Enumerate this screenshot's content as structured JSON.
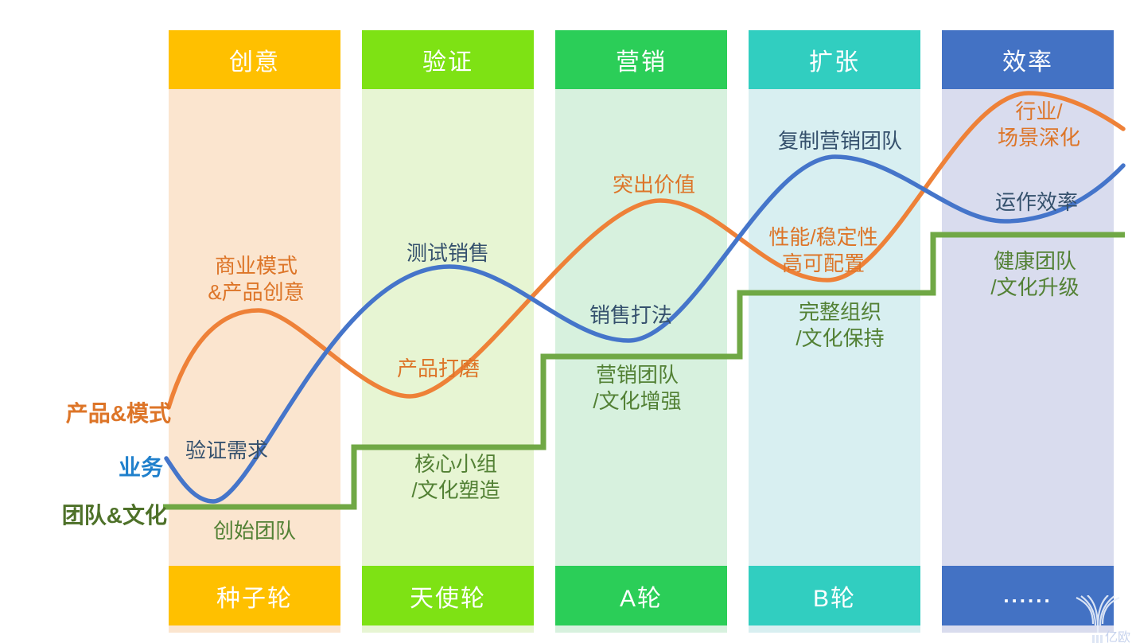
{
  "legend": {
    "product": {
      "label": "产品&模式",
      "color": "#DD7528"
    },
    "business": {
      "label": "业务",
      "color": "#2080CC"
    },
    "team": {
      "label": "团队&文化",
      "color": "#4E7129"
    }
  },
  "curves": {
    "product_color": "#EE8138",
    "business_color": "#4575CA",
    "team_color": "#70A845"
  },
  "text_colors": {
    "product": "#DD7528",
    "business": "#35516D",
    "team": "#538135"
  },
  "stages": [
    {
      "header": "创意",
      "footer": "种子轮",
      "accent": "#FFC000",
      "body": "#FBE5CF",
      "product": "商业模式\n&产品创意",
      "business": "验证需求",
      "team": "创始团队"
    },
    {
      "header": "验证",
      "footer": "天使轮",
      "accent": "#7EE214",
      "body": "#E7F5D3",
      "product": "产品打磨",
      "business": "测试销售",
      "team": "核心小组\n/文化塑造"
    },
    {
      "header": "营销",
      "footer": "A轮",
      "accent": "#2BCE58",
      "body": "#D7F1DE",
      "product": "突出价值",
      "business": "销售打法",
      "team": "营销团队\n/文化增强"
    },
    {
      "header": "扩张",
      "footer": "B轮",
      "accent": "#31CEC0",
      "body": "#D8EFF1",
      "product": "性能/稳定性\n高可配置",
      "business": "复制营销团队",
      "team": "完整组织\n/文化保持"
    },
    {
      "header": "效率",
      "footer": "......",
      "accent": "#4372C4",
      "body": "#D9DCEE",
      "product": "行业/\n场景深化",
      "business": "运作效率",
      "team": "健康团队\n/文化升级"
    }
  ],
  "watermark": {
    "text": "亿欧",
    "color": "#C7D3ED"
  }
}
